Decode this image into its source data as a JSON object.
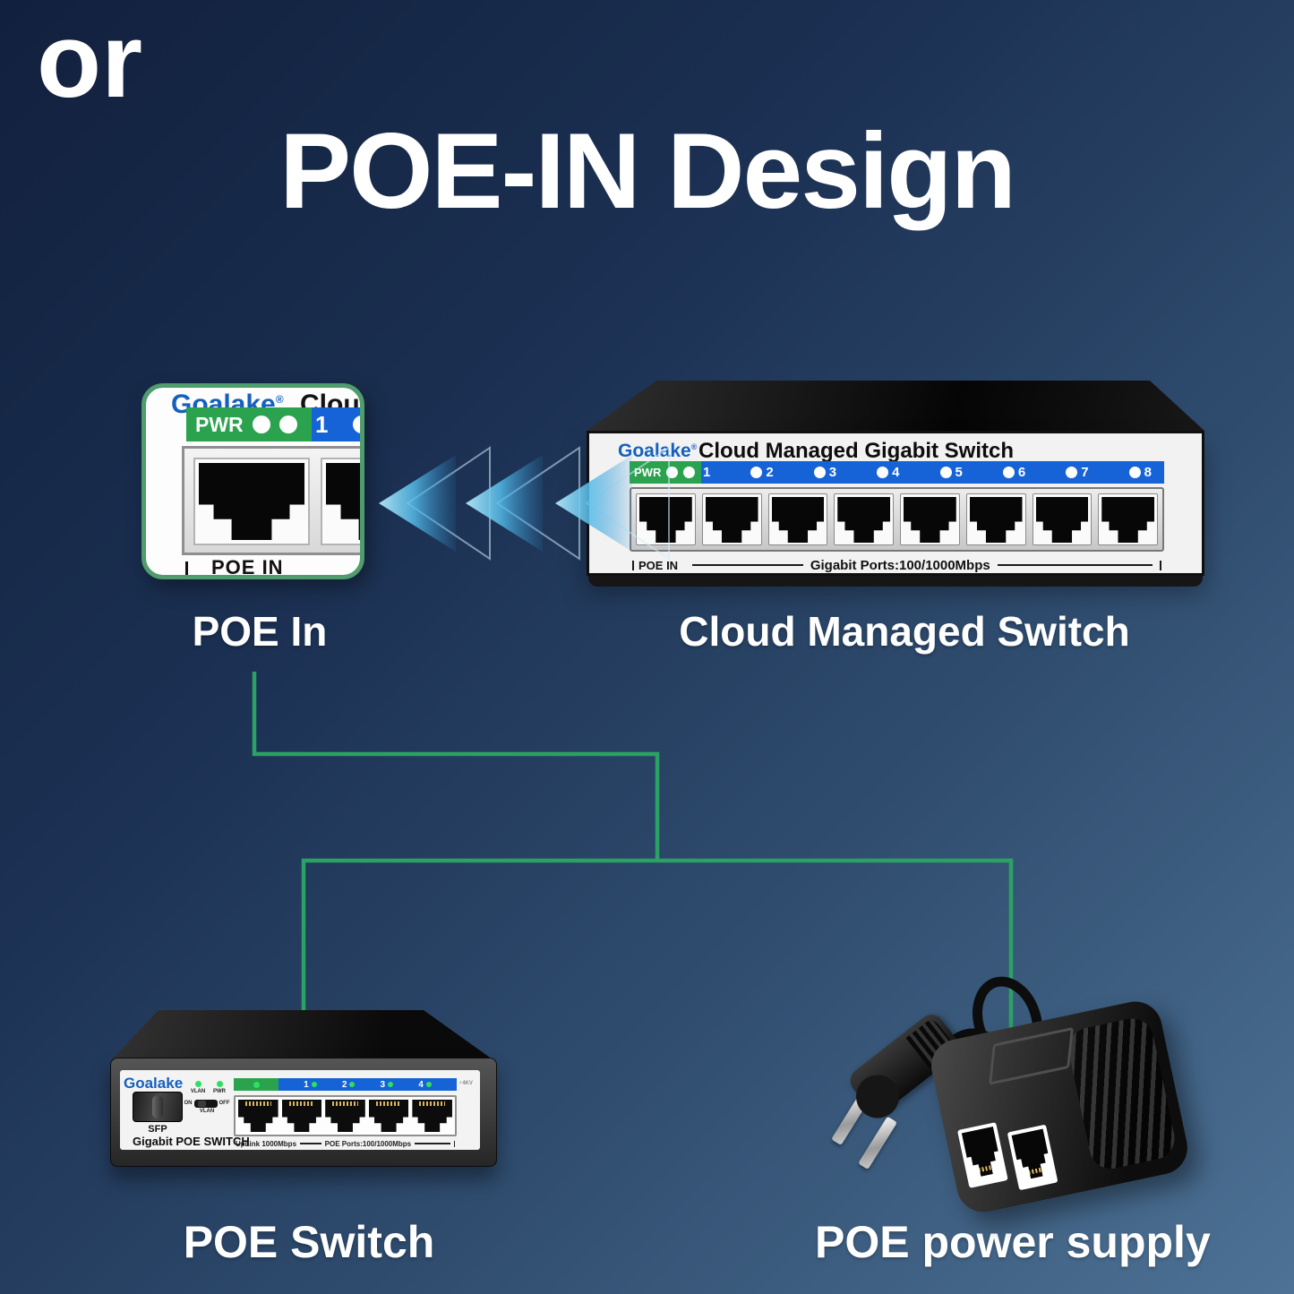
{
  "title": "POE-IN Design",
  "labels": {
    "poe_in": "POE In",
    "cloud_managed_switch": "Cloud Managed Switch",
    "or": "or",
    "poe_switch": "POE Switch",
    "poe_power_supply": "POE power supply"
  },
  "zoom_box": {
    "brand": "Goalake",
    "registered_mark": "®",
    "partial_model_text": "Clou",
    "pwr_label": "PWR",
    "port1_label": "1",
    "poe_in_port_label": "POE IN"
  },
  "cloud_switch": {
    "brand": "Goalake",
    "registered_mark": "®",
    "model_title": "Cloud Managed Gigabit Switch",
    "pwr_label": "PWR",
    "port_numbers": [
      "1",
      "2",
      "3",
      "4",
      "5",
      "6",
      "7",
      "8"
    ],
    "poe_in_port_label": "POE IN",
    "gigabit_ports_label": "Gigabit Ports:100/1000Mbps"
  },
  "poe_switch": {
    "brand": "Goalake",
    "sfp_label": "SFP",
    "model_title": "Gigabit POE SWITCH",
    "vlan_led_label": "VLAN",
    "pwr_led_label": "PWR",
    "toggle_on_label": "ON",
    "toggle_off_label": "OFF",
    "toggle_vlan_label": "VLAN",
    "port_numbers": [
      "1",
      "2",
      "3",
      "4"
    ],
    "surge_label": "⚡4KV",
    "uplink_label": "UpLink 1000Mbps",
    "poe_ports_label": "POE Ports:100/1000Mbps"
  },
  "colors": {
    "background_top": "#11203d",
    "background_bottom": "#4d7295",
    "brand_blue": "#1660bd",
    "led_bar_green": "#2ba24d",
    "led_bar_blue": "#1563d6",
    "connector_green": "#2ca164",
    "arrow_cyan": "#55bce9",
    "zoom_box_border_green": "#4f9c6d"
  }
}
